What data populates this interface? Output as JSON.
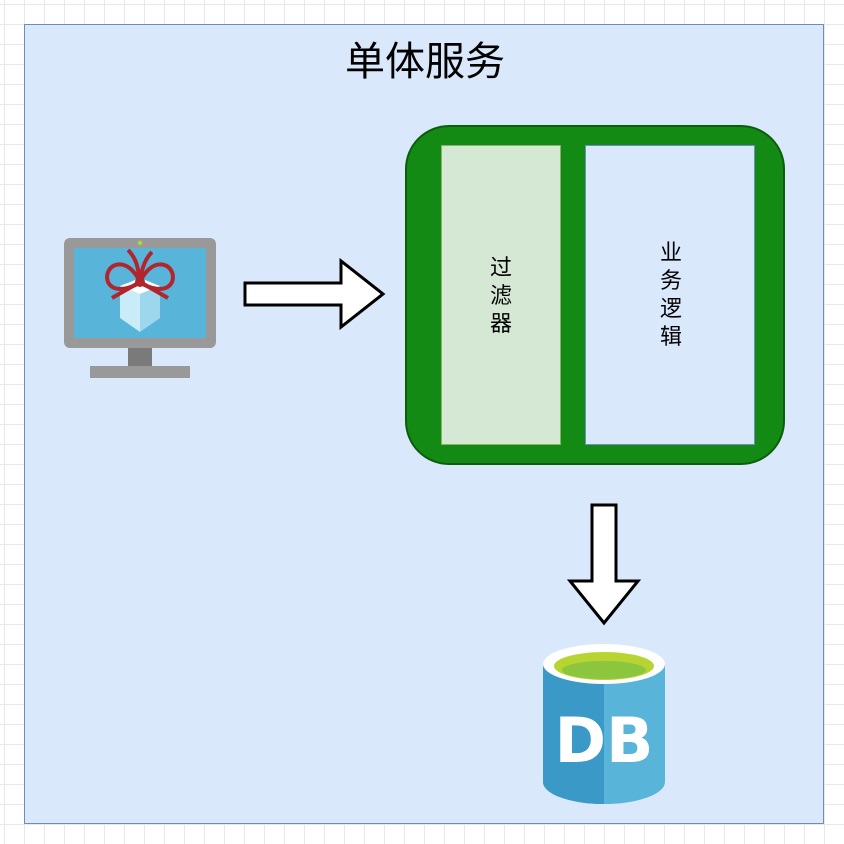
{
  "title": "单体服务",
  "blocks": {
    "filter": {
      "label": "过滤器"
    },
    "business_logic": {
      "label": "业务逻辑"
    }
  },
  "database": {
    "label": "DB"
  },
  "icons": {
    "client": "computer-with-gift-icon",
    "arrow_right": "arrow-right-icon",
    "arrow_down": "arrow-down-icon",
    "database": "database-icon"
  },
  "colors": {
    "frame_fill": "#dae8fc",
    "frame_stroke": "#6c8ebf",
    "container_fill": "#138a13",
    "filter_fill": "#d5e8d4",
    "logic_fill": "#dae8fc",
    "db_blue": "#59b4d9",
    "db_top": "#b8d432"
  }
}
